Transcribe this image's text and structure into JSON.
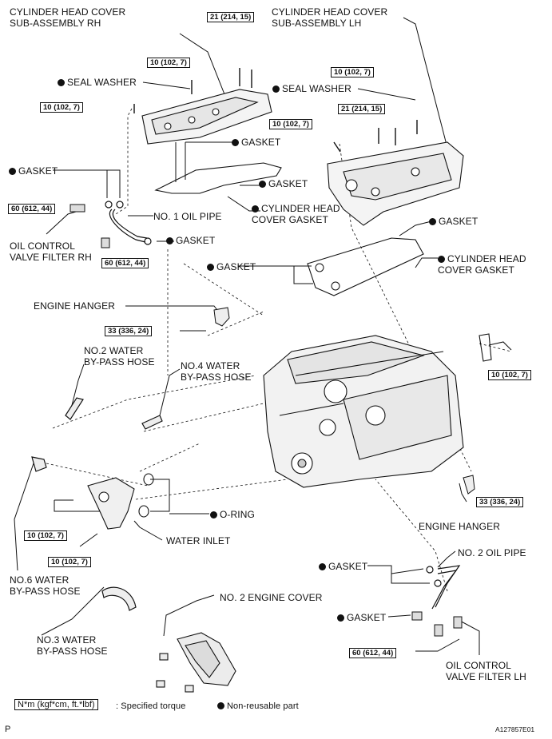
{
  "labels": {
    "cyl_head_cover_rh": "CYLINDER HEAD COVER\nSUB-ASSEMBLY RH",
    "cyl_head_cover_lh": "CYLINDER HEAD COVER\nSUB-ASSEMBLY LH",
    "seal_washer": "SEAL WASHER",
    "gasket": "GASKET",
    "cyl_head_cover_gasket": "CYLINDER HEAD\nCOVER GASKET",
    "no1_oil_pipe": "NO. 1 OIL PIPE",
    "ocv_filter_rh": "OIL CONTROL\nVALVE FILTER RH",
    "engine_hanger": "ENGINE HANGER",
    "no2_water_bypass": "NO.2 WATER\nBY-PASS HOSE",
    "no4_water_bypass": "NO.4 WATER\nBY-PASS HOSE",
    "o_ring": "O-RING",
    "water_inlet": "WATER INLET",
    "no6_water_bypass": "NO.6 WATER\nBY-PASS HOSE",
    "no3_water_bypass": "NO.3 WATER\nBY-PASS HOSE",
    "no2_engine_cover": "NO. 2 ENGINE COVER",
    "no2_oil_pipe": "NO. 2 OIL PIPE",
    "ocv_filter_lh": "OIL CONTROL\nVALVE FILTER LH"
  },
  "torques": {
    "t10": "10 (102, 7)",
    "t21": "21 (214, 15)",
    "t60": "60 (612, 44)",
    "t33": "33 (336, 24)"
  },
  "legend": {
    "torque_units": "N*m (kgf*cm, ft.*lbf)",
    "torque_desc": ": Specified torque",
    "nonreusable": "Non-reusable part"
  },
  "footer": {
    "left_mark": "P",
    "figure_id": "A127857E01"
  }
}
